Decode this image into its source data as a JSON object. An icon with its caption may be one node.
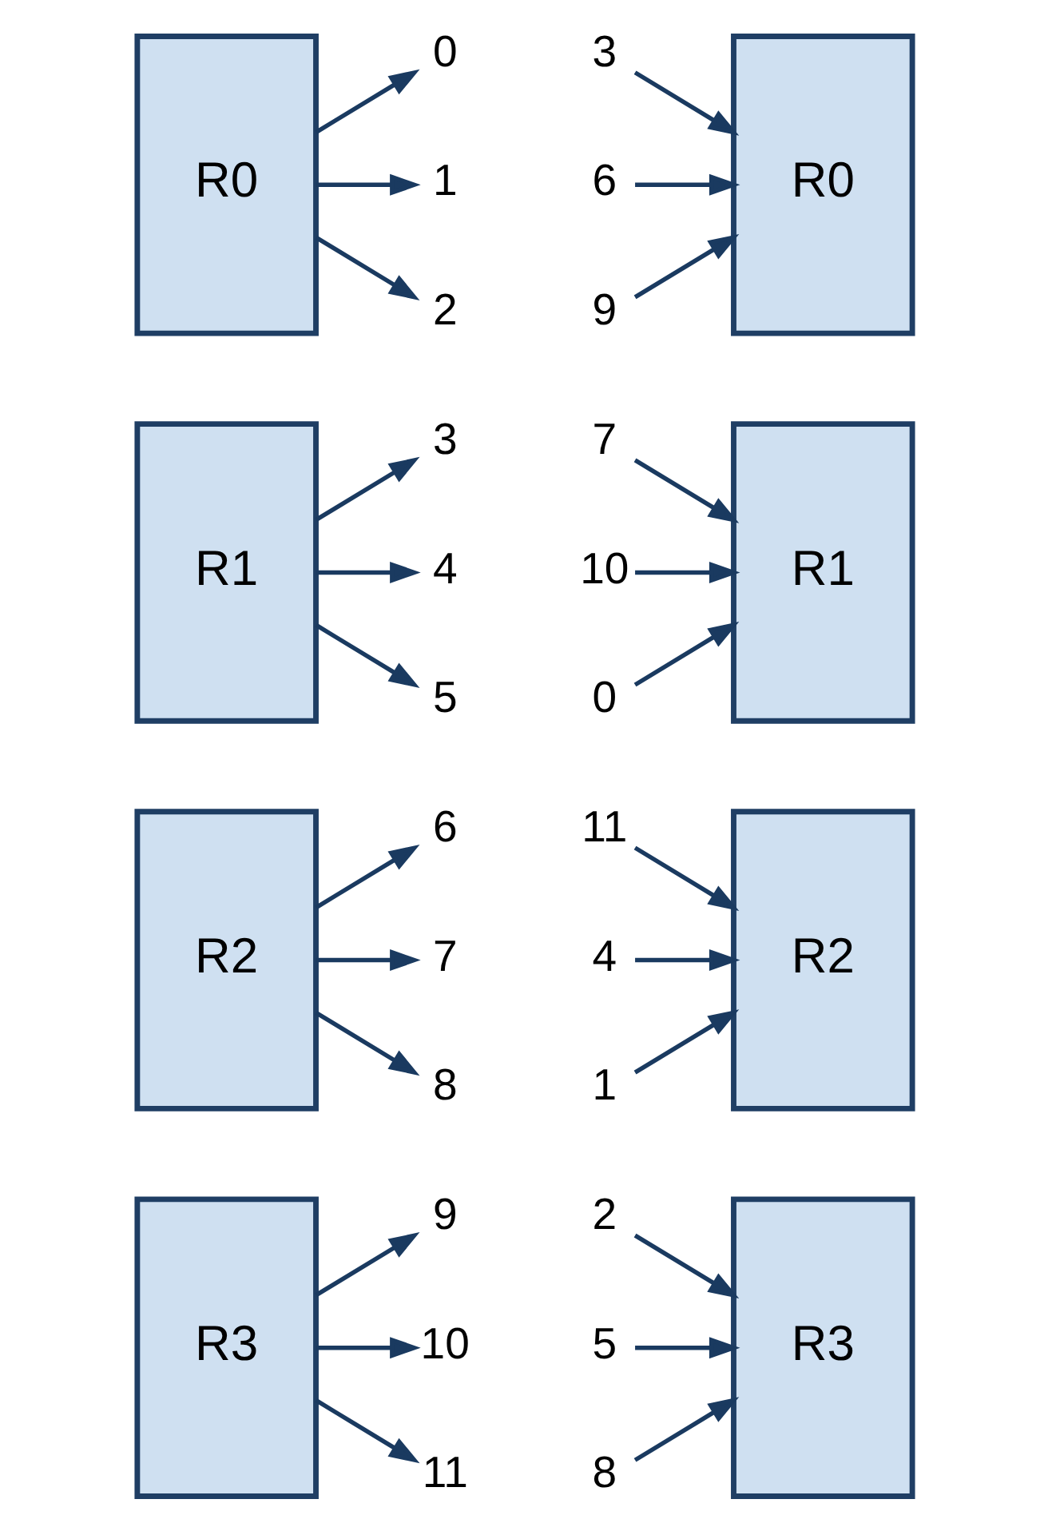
{
  "diagram": {
    "nodes": [
      {
        "text": [
          "R0"
        ]
      },
      {
        "text": [
          "0"
        ]
      },
      {
        "text": [
          "1"
        ]
      },
      {
        "text": [
          "2"
        ]
      },
      {
        "text": [
          "R1"
        ]
      },
      {
        "text": [
          "3"
        ]
      },
      {
        "text": [
          "4"
        ]
      },
      {
        "text": [
          "5"
        ]
      },
      {
        "text": [
          "R2"
        ]
      },
      {
        "text": [
          "6"
        ]
      },
      {
        "text": [
          "7"
        ]
      },
      {
        "text": [
          "8"
        ]
      },
      {
        "text": [
          "R3"
        ]
      },
      {
        "text": [
          "9"
        ]
      },
      {
        "text": [
          "10"
        ]
      },
      {
        "text": [
          "11"
        ]
      },
      {
        "text": [
          "3"
        ]
      },
      {
        "text": [
          "6"
        ]
      },
      {
        "text": [
          "9"
        ]
      },
      {
        "text": [
          "R0"
        ]
      },
      {
        "text": [
          "7"
        ]
      },
      {
        "text": [
          "10"
        ]
      },
      {
        "text": [
          "0"
        ]
      },
      {
        "text": [
          "R1"
        ]
      },
      {
        "text": [
          "11"
        ]
      },
      {
        "text": [
          "4"
        ]
      },
      {
        "text": [
          "1"
        ]
      },
      {
        "text": [
          "R2"
        ]
      },
      {
        "text": [
          "2"
        ]
      },
      {
        "text": [
          "5"
        ]
      },
      {
        "text": [
          "8"
        ]
      },
      {
        "text": [
          "R3"
        ]
      }
    ],
    "edges": [
      {
        "from": 0,
        "to": 1,
        "arrow": "to"
      },
      {
        "from": 0,
        "to": 2,
        "arrow": "to"
      },
      {
        "from": 0,
        "to": 3,
        "arrow": "to"
      },
      {
        "from": 4,
        "to": 5,
        "arrow": "to"
      },
      {
        "from": 4,
        "to": 6,
        "arrow": "to"
      },
      {
        "from": 4,
        "to": 7,
        "arrow": "to"
      },
      {
        "from": 8,
        "to": 9,
        "arrow": "to"
      },
      {
        "from": 8,
        "to": 10,
        "arrow": "to"
      },
      {
        "from": 8,
        "to": 11,
        "arrow": "to"
      },
      {
        "from": 12,
        "to": 13,
        "arrow": "to"
      },
      {
        "from": 12,
        "to": 14,
        "arrow": "to"
      },
      {
        "from": 12,
        "to": 15,
        "arrow": "to"
      },
      {
        "from": 16,
        "to": 19,
        "arrow": "to"
      },
      {
        "from": 17,
        "to": 19,
        "arrow": "to"
      },
      {
        "from": 18,
        "to": 19,
        "arrow": "to"
      },
      {
        "from": 20,
        "to": 23,
        "arrow": "to"
      },
      {
        "from": 21,
        "to": 23,
        "arrow": "to"
      },
      {
        "from": 22,
        "to": 23,
        "arrow": "to"
      },
      {
        "from": 24,
        "to": 27,
        "arrow": "to"
      },
      {
        "from": 25,
        "to": 27,
        "arrow": "to"
      },
      {
        "from": 26,
        "to": 27,
        "arrow": "to"
      },
      {
        "from": 28,
        "to": 31,
        "arrow": "to"
      },
      {
        "from": 29,
        "to": 31,
        "arrow": "to"
      },
      {
        "from": 30,
        "to": 31,
        "arrow": "to"
      }
    ]
  }
}
